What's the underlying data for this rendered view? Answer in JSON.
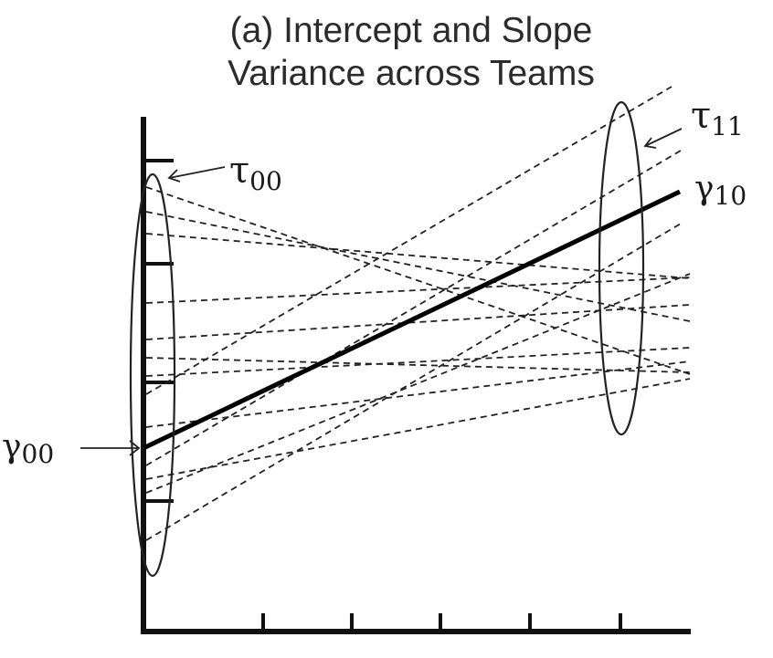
{
  "title": {
    "line1": "(a) Intercept and Slope",
    "line2": "Variance across Teams"
  },
  "labels": {
    "tau00": {
      "symbol": "τ",
      "subscript": "00"
    },
    "tau11": {
      "symbol": "τ",
      "subscript": "11"
    },
    "gamma10": {
      "symbol": "γ",
      "subscript": "10"
    },
    "gamma00": {
      "symbol": "γ",
      "subscript": "00"
    }
  }
}
